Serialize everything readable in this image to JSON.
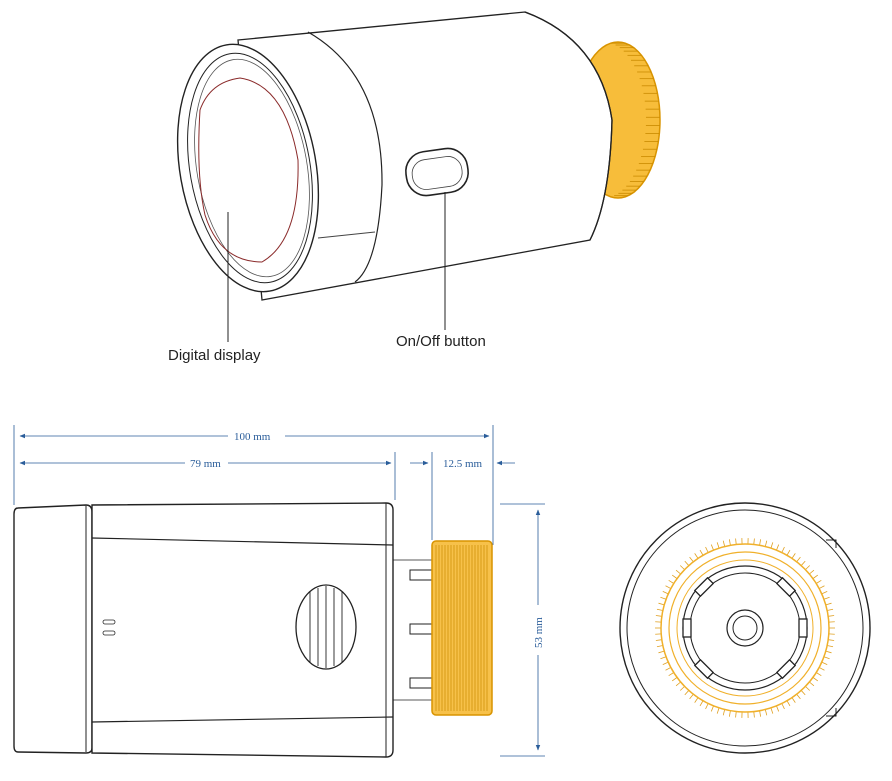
{
  "callouts": {
    "display_label": "Digital display",
    "button_label": "On/Off button"
  },
  "dimensions": {
    "total_length": "100 mm",
    "body_length": "79 mm",
    "knob_length": "12.5 mm",
    "diameter": "53 mm"
  },
  "colors": {
    "line": "#222222",
    "knob": "#f5b21f",
    "knob_dark": "#d99400",
    "dimension": "#2a5d9a",
    "screen_edge": "#8a2a2a"
  }
}
